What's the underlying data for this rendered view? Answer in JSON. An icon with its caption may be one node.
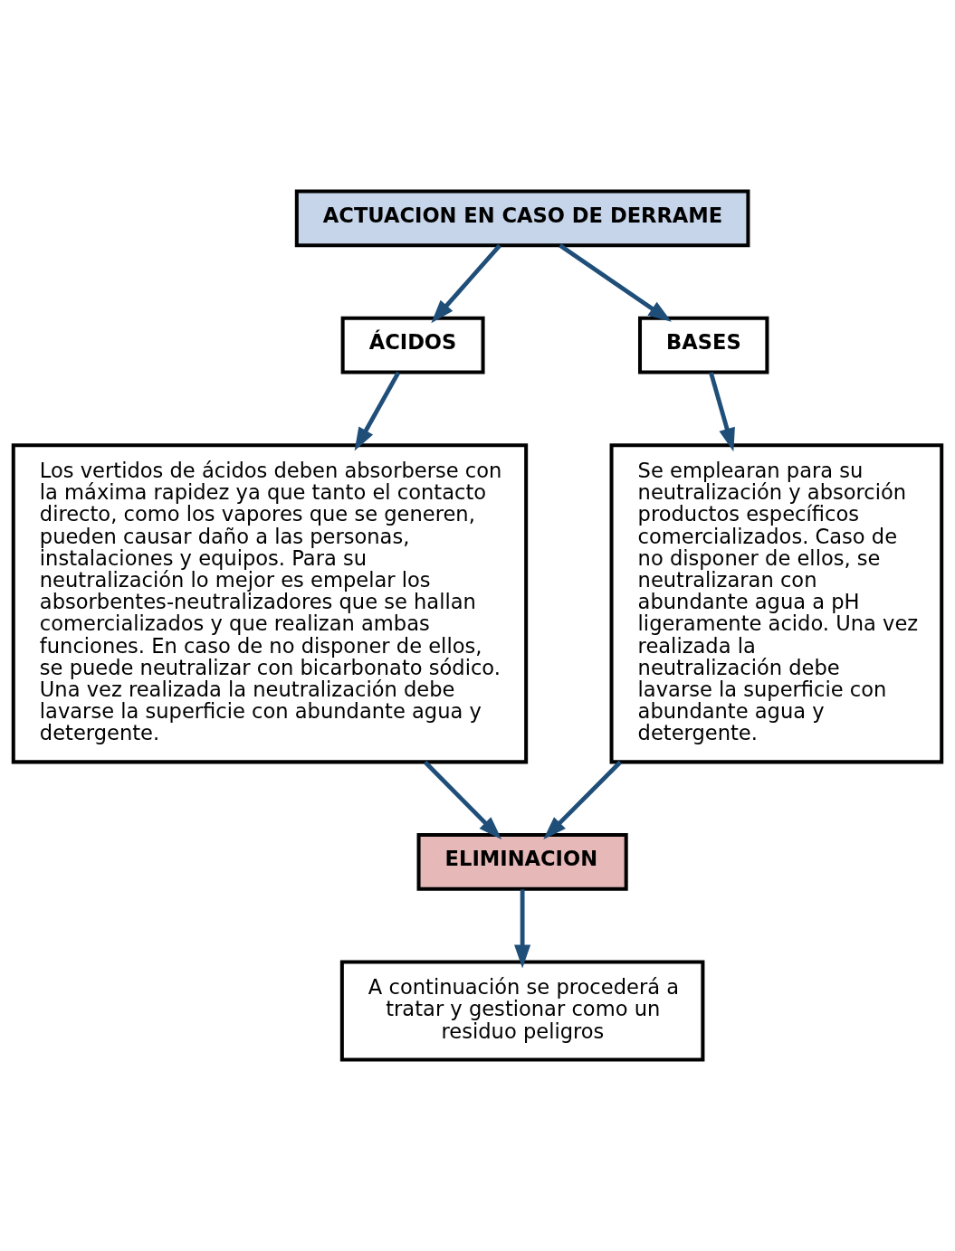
{
  "diagram": {
    "nodes": [
      {
        "text": [
          "ACTUACION EN CASO DE DERRAME"
        ]
      },
      {
        "text": [
          "ÁCIDOS"
        ]
      },
      {
        "text": [
          "BASES"
        ]
      },
      {
        "text": [
          "Los vertidos de ácidos deben absorberse con la máxima rapidez ya que tanto el contacto directo, como los vapores que se generen, pueden causar daño a las personas, instalaciones y equipos. Para su neutralización lo mejor es empelar los absorbentes-neutralizadores que se hallan comercializados y que realizan ambas funciones. En caso de no disponer de ellos, se puede neutralizar con bicarbonato sódico. Una vez realizada la neutralización debe lavarse la superficie con abundante agua y detergente."
        ]
      },
      {
        "text": [
          "Se emplearan para su neutralización y absorción productos específicos comercializados. Caso de no disponer de ellos, se neutralizaran con abundante agua a pH ligeramente acido. Una vez realizada la neutralización debe lavarse la superficie con abundante agua y detergente."
        ]
      },
      {
        "text": [
          "ELIMINACION"
        ]
      },
      {
        "text": [
          "A continuación se procederá a tratar y gestionar como un residuo peligros"
        ]
      }
    ],
    "edges": [
      {
        "from": 0,
        "to": 1,
        "arrow": "to"
      },
      {
        "from": 0,
        "to": 2,
        "arrow": "to"
      },
      {
        "from": 1,
        "to": 3,
        "arrow": "to"
      },
      {
        "from": 2,
        "to": 4,
        "arrow": "to"
      },
      {
        "from": 3,
        "to": 5,
        "arrow": "to"
      },
      {
        "from": 4,
        "to": 5,
        "arrow": "to"
      },
      {
        "from": 5,
        "to": 6,
        "arrow": "to"
      }
    ]
  }
}
